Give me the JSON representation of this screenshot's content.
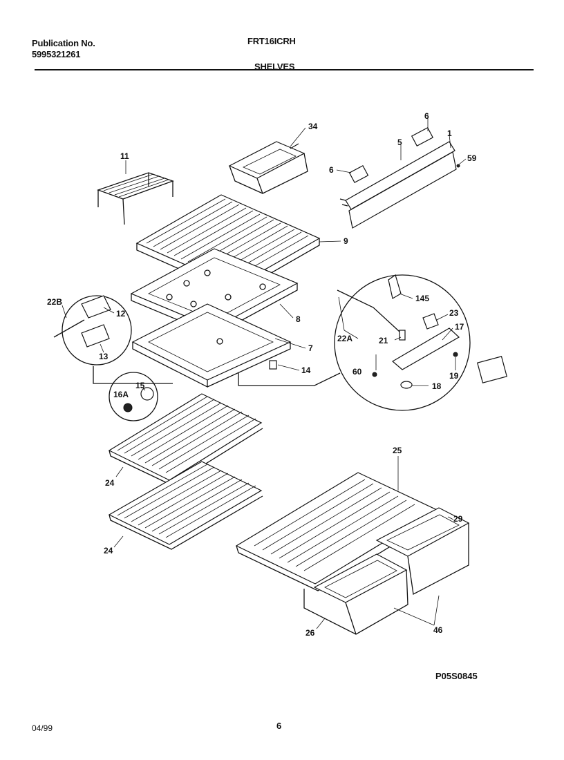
{
  "header": {
    "publication_label": "Publication No.",
    "publication_number": "5995321261",
    "model": "FRT16ICRH",
    "section": "SHELVES"
  },
  "footer": {
    "date": "04/99",
    "page": "6",
    "drawing_code": "P05S0845"
  },
  "callouts": {
    "c1": "1",
    "c5": "5",
    "c6a": "6",
    "c6b": "6",
    "c59": "59",
    "c7": "7",
    "c8": "8",
    "c9": "9",
    "c11": "11",
    "c12": "12",
    "c13": "13",
    "c14": "14",
    "c15": "15",
    "c16a": "16A",
    "c17": "17",
    "c18": "18",
    "c19": "19",
    "c21": "21",
    "c22a": "22A",
    "c22b": "22B",
    "c23": "23",
    "c24a": "24",
    "c24b": "24",
    "c25": "25",
    "c26": "26",
    "c29": "29",
    "c34": "34",
    "c46": "46",
    "c60": "60",
    "c145": "145"
  }
}
